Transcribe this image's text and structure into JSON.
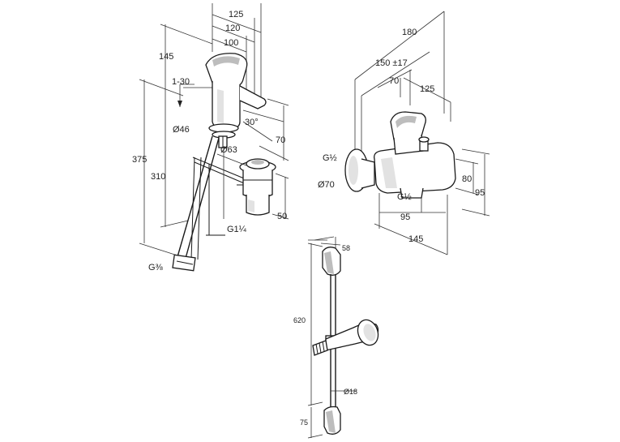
{
  "basin_mixer": {
    "dims": {
      "w125": "125",
      "w120": "120",
      "w100": "100",
      "h145": "145",
      "adj": "1-30",
      "d46": "Ø46",
      "h375": "375",
      "h310": "310",
      "ang30": "30°",
      "h70": "70",
      "d63": "Ø63",
      "h50": "50",
      "thread_waste": "G1¼",
      "thread_inlet": "G⅜"
    }
  },
  "bath_mixer": {
    "dims": {
      "w180": "180",
      "w150": "150 ±17",
      "w70": "70",
      "w125": "125",
      "thread_left": "G½",
      "d70": "Ø70",
      "thread_bottom": "G½",
      "h80": "80",
      "h95": "95",
      "w95": "95",
      "w145": "145"
    }
  },
  "shower_rail": {
    "dims": {
      "w58": "58",
      "h620": "620",
      "d18": "Ø18",
      "h75": "75"
    }
  }
}
